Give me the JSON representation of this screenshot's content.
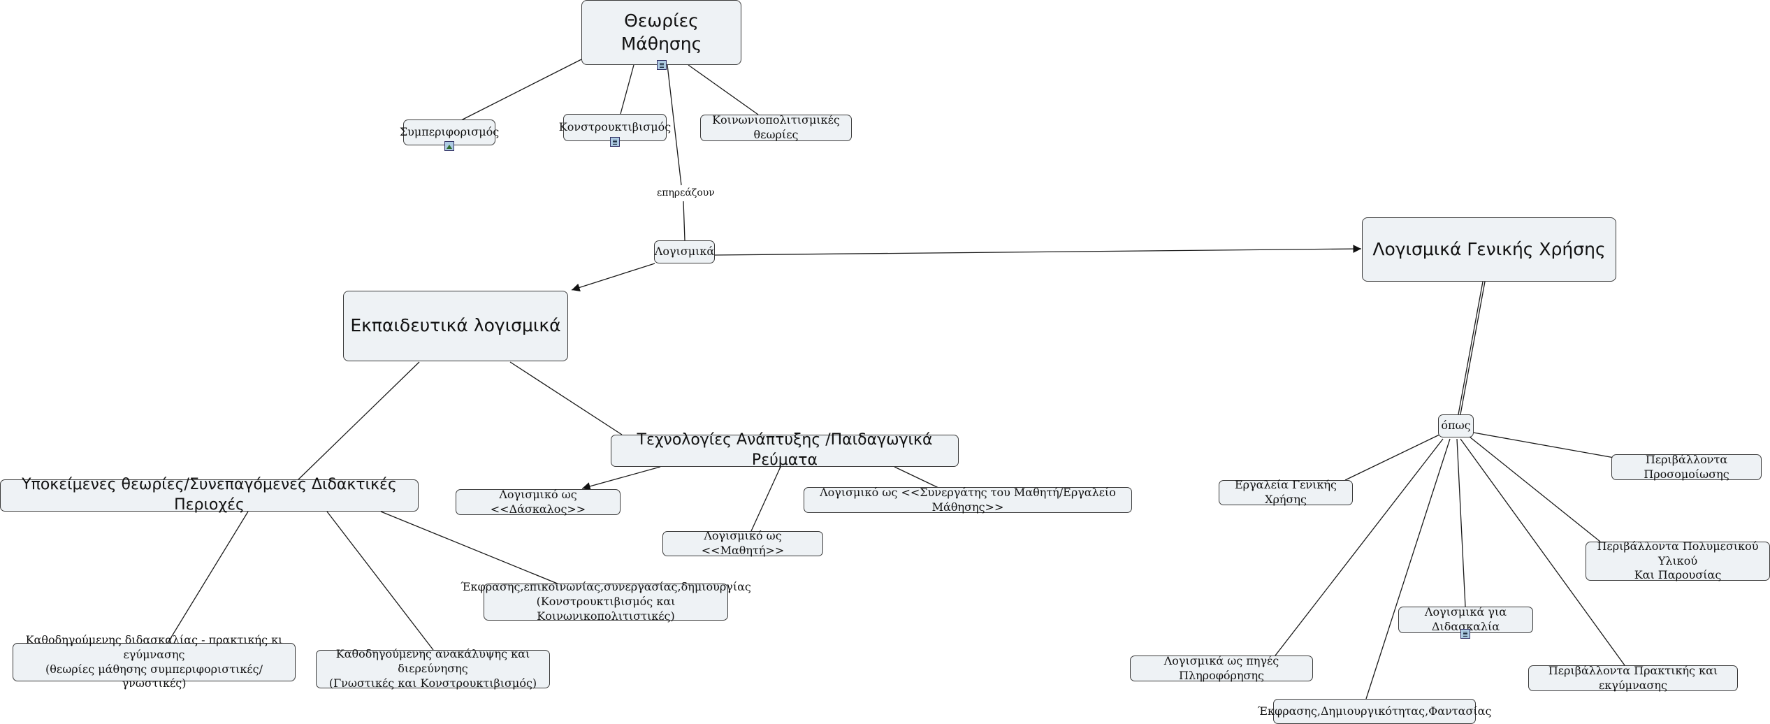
{
  "nodes": {
    "theories": "Θεωρίες Μάθησης",
    "behaviorism": "Συμπεριφορισμός",
    "constructivism": "Κονστρουκτιβισμός",
    "sociocultural": "Κοινωνιοπολιτισμικές θεωρίες",
    "software": "Λογισμικά",
    "educational": "Εκπαιδευτικά λογισμικά",
    "general": "Λογισμικά Γενικής Χρήσης",
    "underlying": "Υποκείμενες θεωρίες/Συνεπαγόμενες Διδακτικές Περιοχές",
    "technologies": "Τεχνολογίες Ανάπτυξης /Παιδαγωγικά Ρεύματα",
    "teacher": "Λογισμικό ως <<Δάσκαλος>>",
    "learner": "Λογισμικό ως <<Μαθητή>>",
    "partner": "Λογισμικό ως <<Συνεργάτης του Μαθητή/Εργαλείο Μάθησης>>",
    "expression_line1": "Έκφρασης,επικοινωνίας,συνεργασίας,δημιουργίας",
    "expression_line2": "(Κονστρουκτιβισμός και Κοινωνικοπολιτιστικές)",
    "guided_teaching_line1": "Καθοδηγούμενης διδασκαλίας - πρακτικής κι εγύμνασης",
    "guided_teaching_line2": "(θεωρίες μάθησης συμπεριφοριστικές/γνωστικές)",
    "guided_discovery_line1": "Καθοδηγούμενης ανακάλυψης και διερεύνησης",
    "guided_discovery_line2": "(Γνωστικές και Κονστρουκτιβισμός)",
    "such_as": "όπως",
    "general_tools": "Εργαλεία Γενικής Χρήσης",
    "simulation": "Περιβάλλοντα Προσομοίωσης",
    "multimedia_line1": "Περιβάλλοντα Πολυμεσικού Υλικού",
    "multimedia_line2": "Και Παρουσίας",
    "teaching_software": "Λογισμικά για Διδασκαλία",
    "info_sources": "Λογισμικά ως πηγές Πληροφόρησης",
    "practice": "Περιβάλλοντα Πρακτικής και εκγύμνασης",
    "creativity": "Έκφρασης,Δημιουργικότητας,Φαντασίας"
  },
  "link_labels": {
    "influence": "επηρεάζουν"
  },
  "icons": {
    "theories": "document-icon",
    "behaviorism": "image-icon",
    "constructivism": "document-icon",
    "teaching_software": "document-icon"
  },
  "colors": {
    "node_fill": "#eef2f5",
    "node_border": "#3a3a3a",
    "line": "#1a1a1a"
  }
}
